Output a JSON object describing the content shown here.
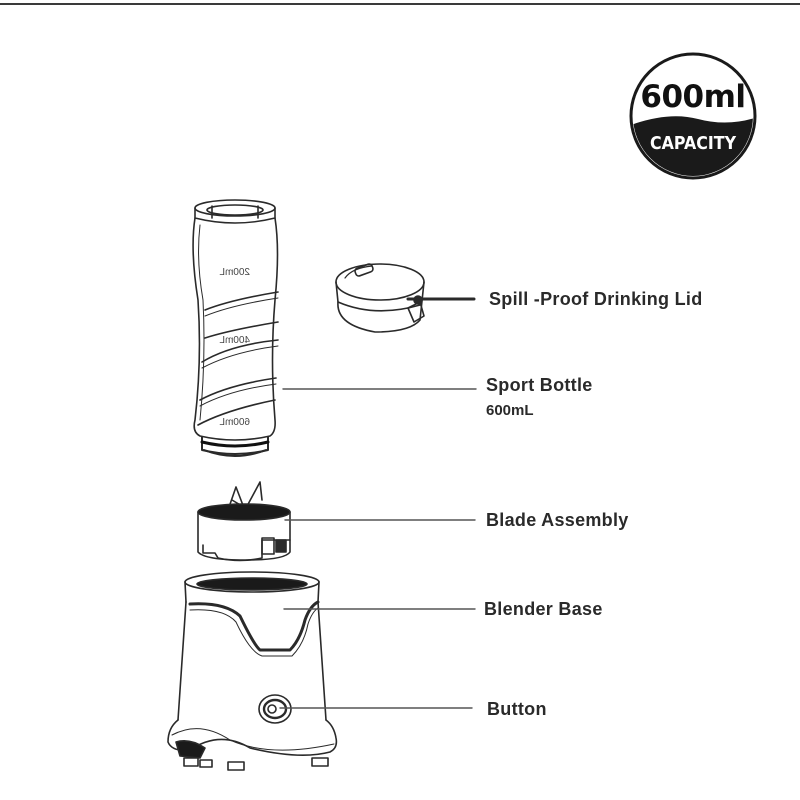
{
  "badge": {
    "capacity_value": "600ml",
    "capacity_label": "CAPACITY"
  },
  "parts": [
    {
      "id": "lid",
      "label": "Spill -Proof Drinking Lid",
      "sublabel": null
    },
    {
      "id": "bottle",
      "label": "Sport Bottle",
      "sublabel": "600mL"
    },
    {
      "id": "blade",
      "label": "Blade Assembly",
      "sublabel": null
    },
    {
      "id": "base",
      "label": "Blender Base",
      "sublabel": null
    },
    {
      "id": "button",
      "label": "Button",
      "sublabel": null
    }
  ],
  "bottle_markings": [
    "200mL",
    "400mL",
    "600mL"
  ],
  "colors": {
    "line": "#2a2a2a",
    "text": "#2a2a2a",
    "badge_fill": "#1a1a1a",
    "background": "#ffffff"
  }
}
